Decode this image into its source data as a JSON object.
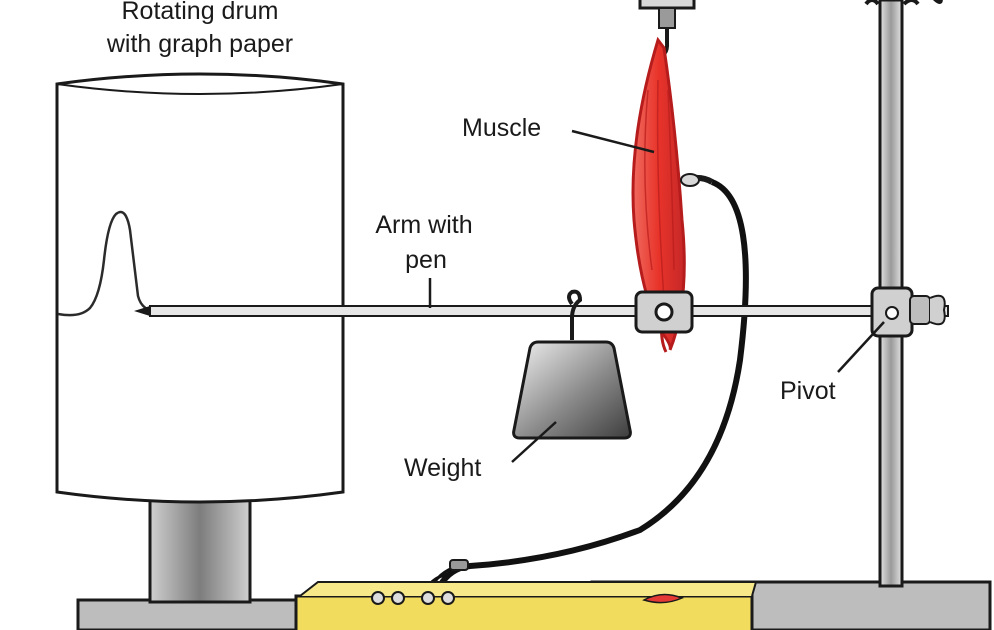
{
  "labels": {
    "drum_line1": "Rotating drum",
    "drum_line2": "with graph paper",
    "muscle": "Muscle",
    "arm_line1": "Arm with",
    "arm_line2": "pen",
    "pivot": "Pivot",
    "weight": "Weight"
  },
  "colors": {
    "muscle": "#e8332a",
    "muscle_dark": "#b71c1c",
    "stand": "#8a8a8a",
    "box": "#f2dc5d",
    "outline": "#1a1a1a",
    "cable": "#111111"
  }
}
